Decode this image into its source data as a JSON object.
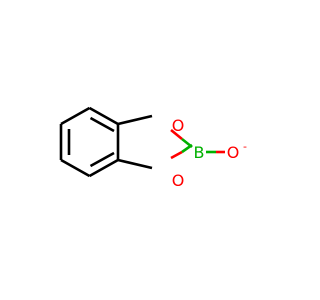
{
  "molecule": {
    "atoms": {
      "o1": {
        "symbol": "O",
        "color": "#ff0000"
      },
      "o2": {
        "symbol": "O",
        "color": "#ff0000"
      },
      "b": {
        "symbol": "B",
        "color": "#00b000"
      },
      "o3": {
        "symbol": "O",
        "color": "#ff0000"
      },
      "o3_charge": "-"
    },
    "bond_color": "#000000",
    "bonds": [
      {
        "from": "C1",
        "to": "C2",
        "order": 2
      },
      {
        "from": "C2",
        "to": "C3",
        "order": 1
      },
      {
        "from": "C3",
        "to": "C4",
        "order": 2
      },
      {
        "from": "C4",
        "to": "C5",
        "order": 1
      },
      {
        "from": "C5",
        "to": "C6",
        "order": 2
      },
      {
        "from": "C6",
        "to": "C1",
        "order": 1
      },
      {
        "from": "C1",
        "to": "O1",
        "order": 1
      },
      {
        "from": "O1",
        "to": "B",
        "order": 1
      },
      {
        "from": "B",
        "to": "O2",
        "order": 1
      },
      {
        "from": "O2",
        "to": "C6",
        "order": 1
      },
      {
        "from": "B",
        "to": "O3",
        "order": 1
      }
    ]
  }
}
